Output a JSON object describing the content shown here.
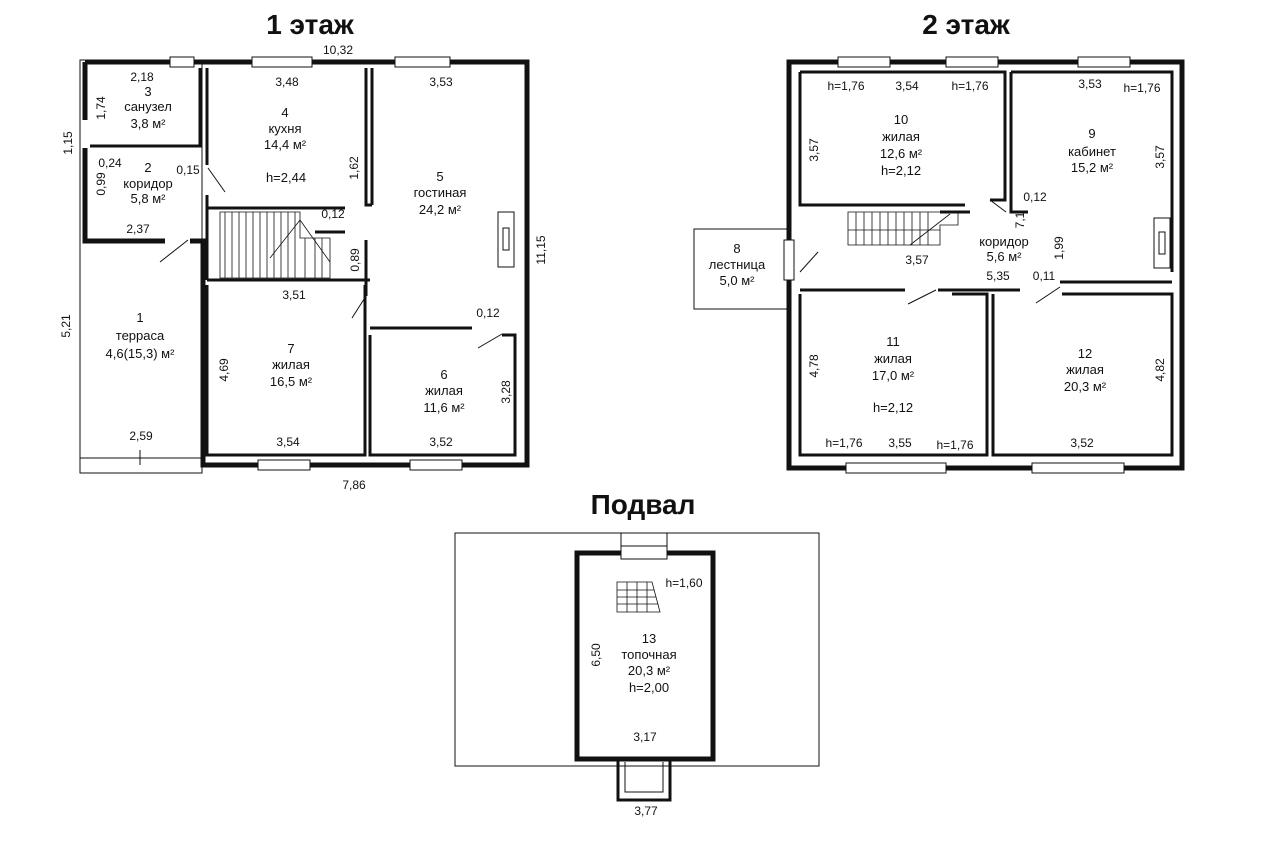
{
  "titles": {
    "floor1": "1 этаж",
    "floor2": "2 этаж",
    "basement": "Подвал"
  },
  "floor1": {
    "rooms": [
      {
        "num": "1",
        "name": "терраса",
        "area": "4,6(15,3) м²"
      },
      {
        "num": "2",
        "name": "коридор",
        "area": "5,8 м²"
      },
      {
        "num": "3",
        "name": "санузел",
        "area": "3,8 м²"
      },
      {
        "num": "4",
        "name": "кухня",
        "area": "14,4 м²",
        "height": "h=2,44"
      },
      {
        "num": "5",
        "name": "гостиная",
        "area": "24,2 м²"
      },
      {
        "num": "6",
        "name": "жилая",
        "area": "11,6 м²"
      },
      {
        "num": "7",
        "name": "жилая",
        "area": "16,5 м²"
      }
    ],
    "dims": [
      "10,32",
      "2,18",
      "3,48",
      "3,53",
      "1,74",
      "1,15",
      "0,24",
      "0,99",
      "0,15",
      "1,62",
      "0,12",
      "2,37",
      "0,89",
      "3,51",
      "11,15",
      "5,21",
      "4,69",
      "0,12",
      "3,28",
      "2,59",
      "3,54",
      "3,52",
      "7,86"
    ]
  },
  "floor2": {
    "rooms": [
      {
        "num": "8",
        "name": "лестница",
        "area": "5,0 м²"
      },
      {
        "num": "9",
        "name": "кабинет",
        "area": "15,2 м²"
      },
      {
        "num": "10",
        "name": "жилая",
        "area": "12,6 м²",
        "height": "h=2,12"
      },
      {
        "num": "11",
        "name": "жилая",
        "area": "17,0 м²",
        "height": "h=2,12"
      },
      {
        "num": "12",
        "name": "жилая",
        "area": "20,3 м²"
      },
      {
        "name": "коридор",
        "area": "5,6 м²"
      }
    ],
    "dims": [
      "h=1,76",
      "3,54",
      "h=1,76",
      "3,53",
      "h=1,76",
      "3,57",
      "3,57",
      "0,12",
      "7,1",
      "1,99",
      "3,57",
      "5,35",
      "0,11",
      "4,78",
      "4,82",
      "h=1,76",
      "3,55",
      "h=1,76",
      "3,52"
    ]
  },
  "basement": {
    "room": {
      "num": "13",
      "name": "топочная",
      "area": "20,3 м²",
      "height": "h=2,00"
    },
    "dims": [
      "h=1,60",
      "6,50",
      "3,17",
      "3,77"
    ]
  }
}
